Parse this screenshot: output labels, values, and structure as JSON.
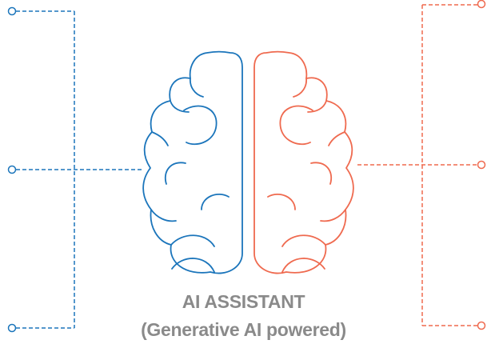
{
  "diagram": {
    "title": "AI ASSISTANT",
    "subtitle": "(Generative AI powered)"
  },
  "colors": {
    "left_hemisphere": "#1b75bb",
    "right_hemisphere": "#ef6a4f",
    "text": "#8a8a8a",
    "background": "#ffffff"
  },
  "connectors": {
    "left": [
      "left-top-node",
      "left-middle-node",
      "left-bottom-node"
    ],
    "right": [
      "right-top-node",
      "right-middle-node",
      "right-bottom-node"
    ],
    "line_style": "dashed"
  }
}
